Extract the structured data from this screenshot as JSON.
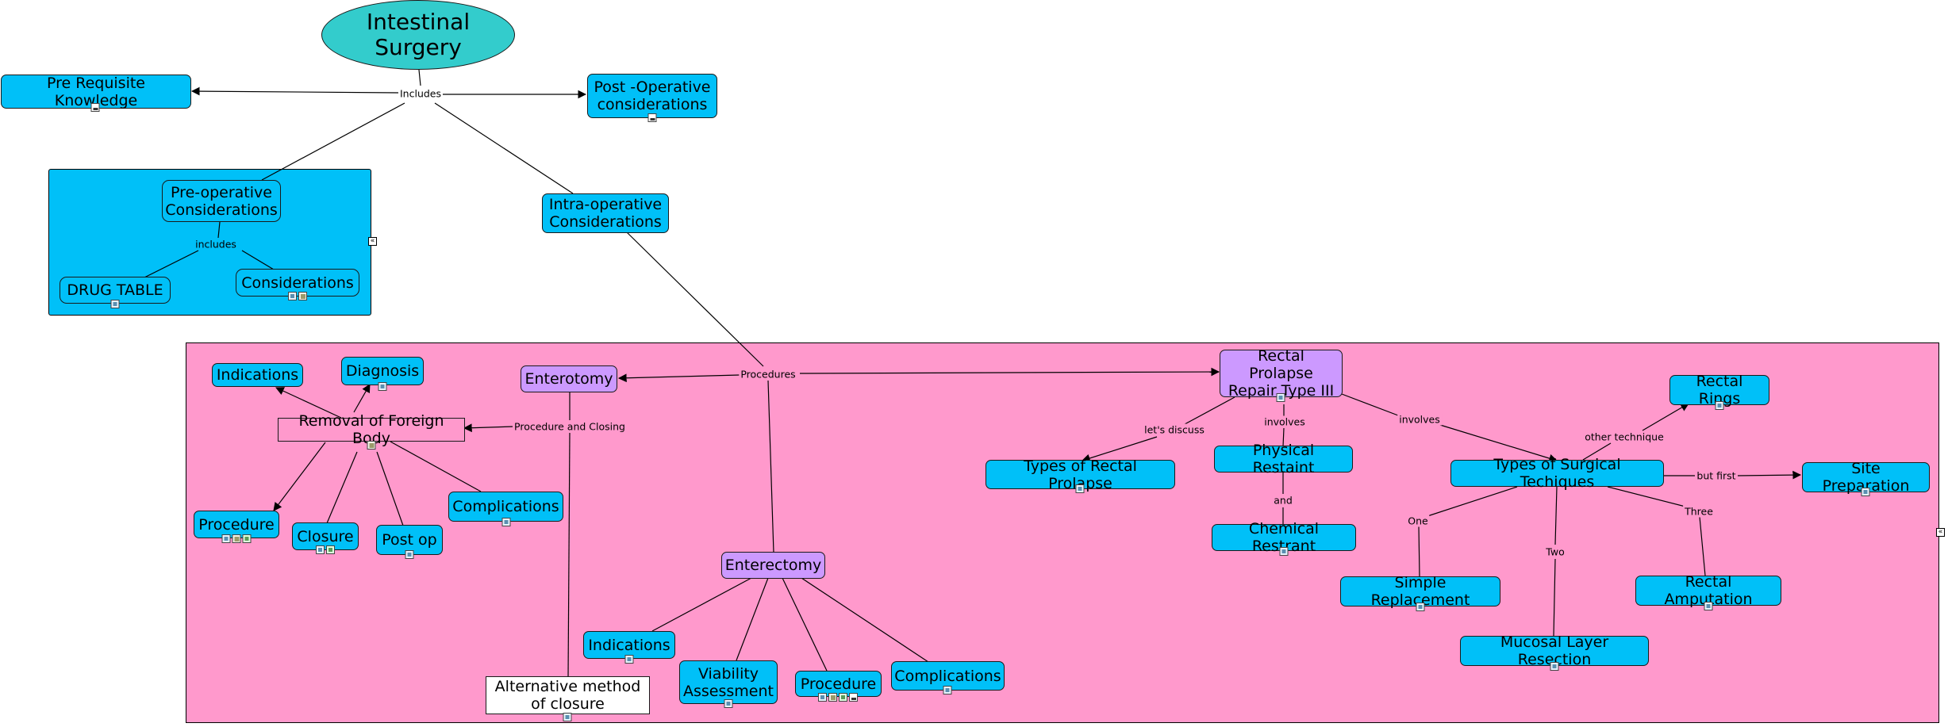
{
  "colors": {
    "concept_blue": "#00c0f8",
    "concept_purple": "#cc99ff",
    "root_teal": "#33cccc",
    "pink_group": "#ff99cc"
  },
  "root": {
    "label": "Intestinal Surgery"
  },
  "nodes": {
    "prereq": "Pre Requisite Knowledge",
    "postop_considerations": "Post -Operative\nconsiderations",
    "preop": "Pre-operative\nConsiderations",
    "drug_table": "DRUG TABLE",
    "considerations": "Considerations",
    "intraop": "Intra-operative\nConsiderations",
    "enterotomy": "Enterotomy",
    "indications_1": "Indications",
    "diagnosis": "Diagnosis",
    "removal_foreign_body": "Removal of Foreign Body",
    "procedure_1": "Procedure",
    "closure": "Closure",
    "post_op": "Post op",
    "complications_1": "Complications",
    "alt_closure": "Alternative method\nof closure",
    "enterectomy": "Enterectomy",
    "indications_2": "Indications",
    "viability": "Viability\nAssessment",
    "procedure_2": "Procedure",
    "complications_2": "Complications",
    "rectal_prolapse": "Rectal Prolapse\nRepair Type III",
    "types_rectal_prolapse": "Types of Rectal Prolapse",
    "physical_restraint": "Physical Restaint",
    "chemical_restraint": "Chemical Restrant",
    "types_surgical": "Types of Surgical Techiques",
    "rectal_rings": "Rectal Rings",
    "site_prep": "Site Preparation",
    "simple_replacement": "Simple Replacement",
    "mucosal": "Mucosal Layer Resection",
    "rectal_amputation": "Rectal Amputation"
  },
  "link_labels": {
    "includes_root": "Includes",
    "includes_preop": "includes",
    "procedures": "Procedures",
    "procedure_and_closing": "Procedure and Closing",
    "lets_discuss": "let's discuss",
    "involves_1": "involves",
    "involves_2": "involves",
    "and": "and",
    "other_technique": "other technique",
    "but_first": "but first",
    "one": "One",
    "two": "Two",
    "three": "Three"
  },
  "resource_icons": {
    "prereq": [
      "tree"
    ],
    "postop_considerations": [
      "tree"
    ],
    "drug_table": [
      "image"
    ],
    "considerations": [
      "image",
      "doc"
    ],
    "diagnosis": [
      "image"
    ],
    "removal_foreign_body": [
      "doc"
    ],
    "procedure_1": [
      "image",
      "doc",
      "grid"
    ],
    "closure": [
      "image",
      "grid"
    ],
    "post_op": [
      "image"
    ],
    "complications_1": [
      "image"
    ],
    "alt_closure": [
      "image"
    ],
    "indications_2": [
      "image"
    ],
    "viability": [
      "image"
    ],
    "procedure_2": [
      "image",
      "doc",
      "grid",
      "tree"
    ],
    "complications_2": [
      "image"
    ],
    "rectal_prolapse": [
      "image"
    ],
    "types_rectal_prolapse": [
      "image"
    ],
    "chemical_restraint": [
      "image"
    ],
    "rectal_rings": [
      "image"
    ],
    "site_prep": [
      "image"
    ],
    "simple_replacement": [
      "image"
    ],
    "mucosal": [
      "image"
    ],
    "rectal_amputation": [
      "image"
    ]
  }
}
